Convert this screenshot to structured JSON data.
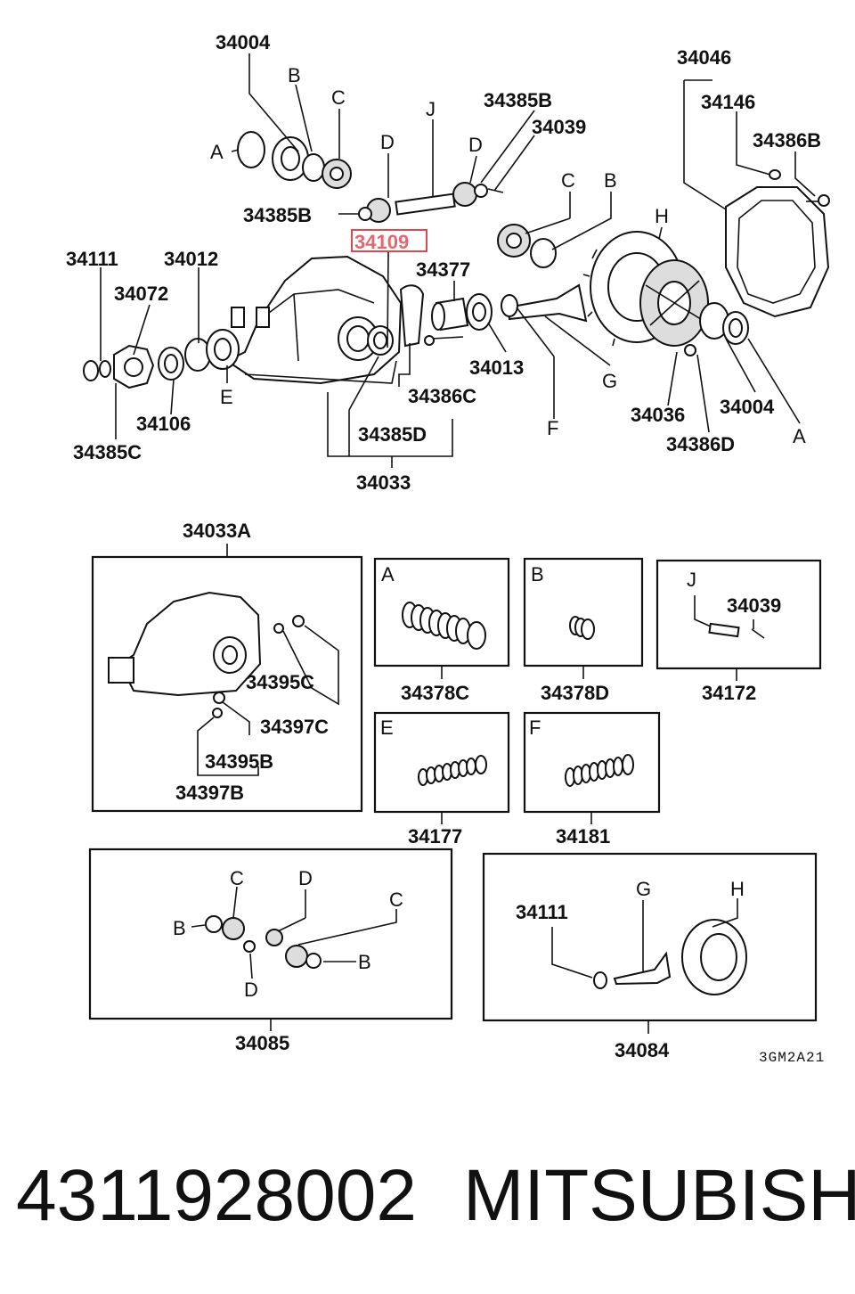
{
  "labels": {
    "p34004a": "34004",
    "B1": "B",
    "C1": "C",
    "A1": "A",
    "D1": "D",
    "J1": "J",
    "p34385B_top": "34385B",
    "p34039_top": "34039",
    "D2": "D",
    "p34385B_left": "34385B",
    "p34109": "34109",
    "C2": "C",
    "B2": "B",
    "p34046": "34046",
    "p34146": "34146",
    "p34386B": "34386B",
    "H1": "H",
    "p34111": "34111",
    "p34012": "34012",
    "p34072": "34072",
    "p34377": "34377",
    "p34013": "34013",
    "G1": "G",
    "p34386C": "34386C",
    "p34106": "34106",
    "E1": "E",
    "p34385C": "34385C",
    "p34385D": "34385D",
    "F1": "F",
    "p34036": "34036",
    "p34004b": "34004",
    "A2": "A",
    "p34386D": "34386D",
    "p34033": "34033"
  },
  "kits": {
    "p34033A": "34033A",
    "p34395C": "34395C",
    "p34397C": "34397C",
    "p34395B": "34395B",
    "p34397B": "34397B",
    "boxA_letter": "A",
    "p34378C": "34378C",
    "boxB_letter": "B",
    "p34378D": "34378D",
    "boxJ_letter": "J",
    "boxJ_part": "34039",
    "p34172": "34172",
    "boxE_letter": "E",
    "p34177": "34177",
    "boxF_letter": "F",
    "p34181": "34181",
    "k85_C1": "C",
    "k85_D1": "D",
    "k85_C2": "C",
    "k85_B1": "B",
    "k85_B2": "B",
    "k85_D2": "D",
    "p34085": "34085",
    "k84_part": "34111",
    "k84_G": "G",
    "k84_H": "H",
    "p34084": "34084"
  },
  "diagram_code": "3GM2A21",
  "footer": {
    "part_number": "4311928002",
    "brand": "MITSUBISHI"
  },
  "highlight": {
    "part": "34109",
    "color": "#d9363e"
  }
}
